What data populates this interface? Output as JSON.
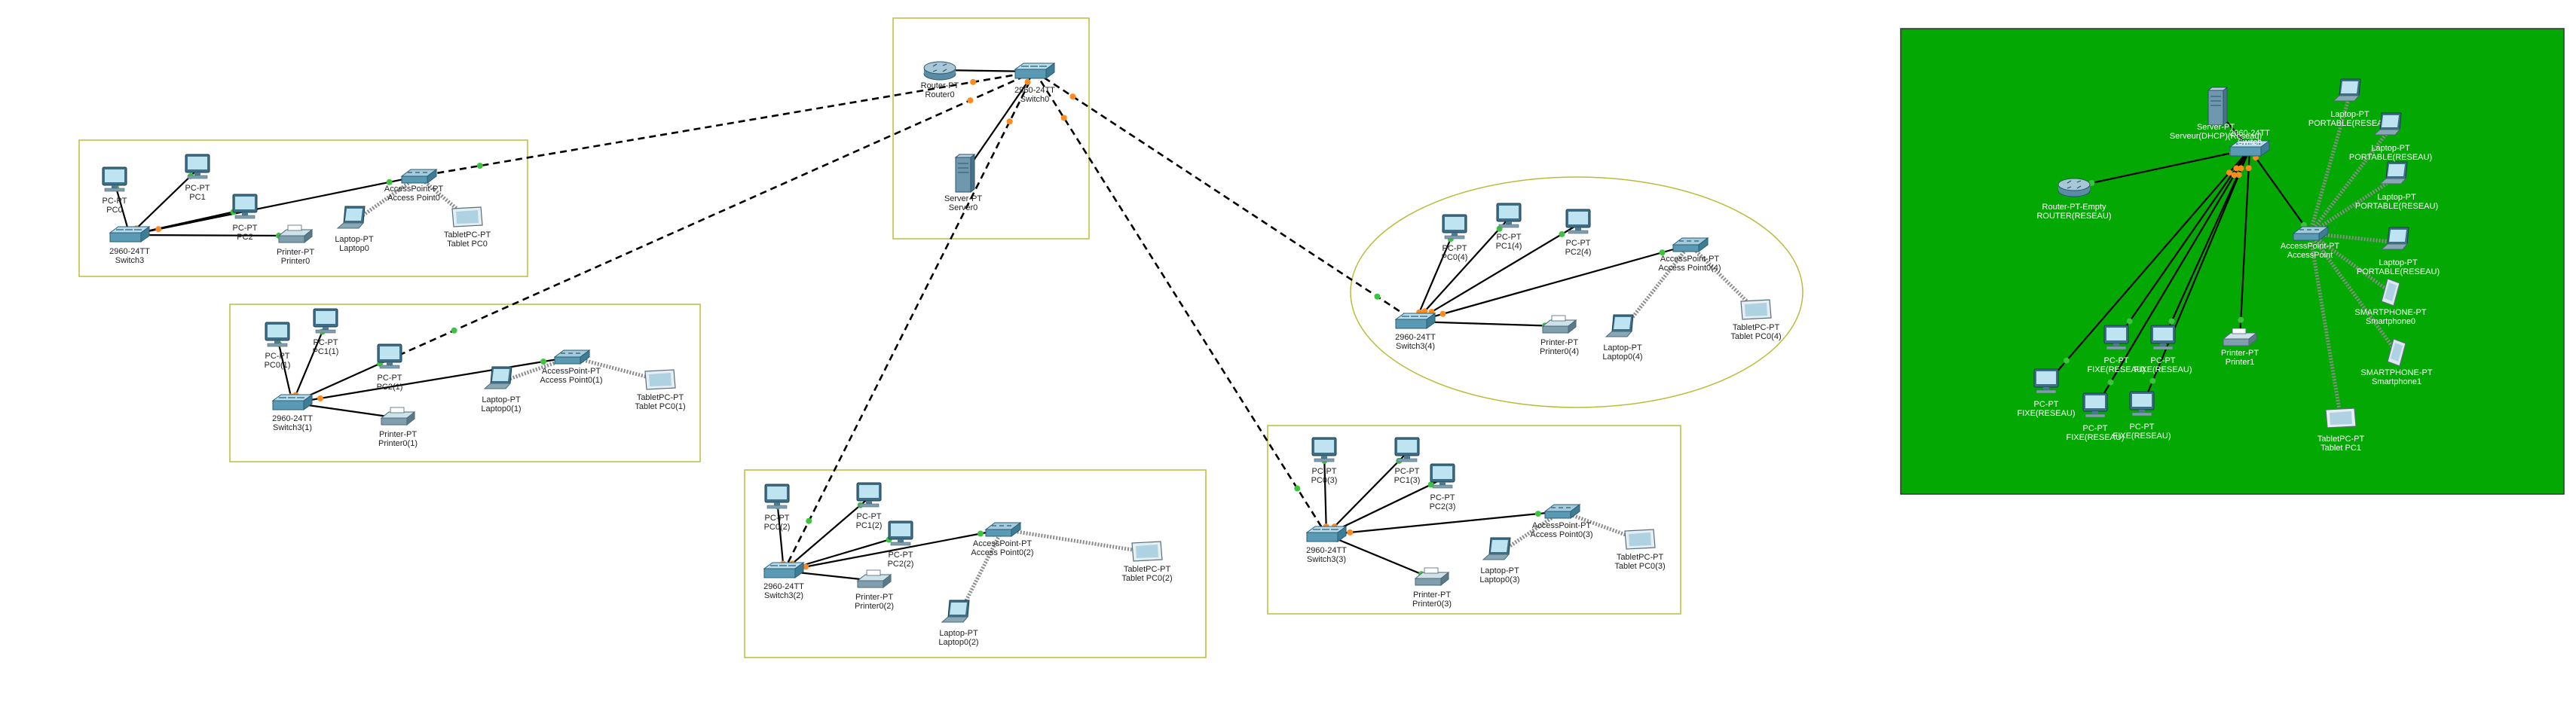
{
  "colors": {
    "zone_border": "#b9bd3a",
    "green_zone": "#03a803",
    "link": "#000000",
    "port_up": "#3cc43c",
    "port_blocking": "#ff8a1e",
    "wireless": "#8c8c8c"
  },
  "core": {
    "router": [
      "Router-PT",
      "Router0"
    ],
    "switch": [
      "2960-24TT",
      "Switch0"
    ],
    "server": [
      "Server-PT",
      "Server0"
    ]
  },
  "zone1": {
    "pc0": [
      "PC-PT",
      "PC0"
    ],
    "pc1": [
      "PC-PT",
      "PC1"
    ],
    "pc2": [
      "PC-PT",
      "PC2"
    ],
    "switch": [
      "2960-24TT",
      "Switch3"
    ],
    "ap": [
      "AccessPoint-PT",
      "Access Point0"
    ],
    "printer": [
      "Printer-PT",
      "Printer0"
    ],
    "laptop": [
      "Laptop-PT",
      "Laptop0"
    ],
    "tablet": [
      "TabletPC-PT",
      "Tablet PC0"
    ]
  },
  "zone2": {
    "pc0": [
      "PC-PT",
      "PC0(1)"
    ],
    "pc1": [
      "PC-PT",
      "PC1(1)"
    ],
    "pc2": [
      "PC-PT",
      "PC2(1)"
    ],
    "switch": [
      "2960-24TT",
      "Switch3(1)"
    ],
    "ap": [
      "AccessPoint-PT",
      "Access Point0(1)"
    ],
    "printer": [
      "Printer-PT",
      "Printer0(1)"
    ],
    "laptop": [
      "Laptop-PT",
      "Laptop0(1)"
    ],
    "tablet": [
      "TabletPC-PT",
      "Tablet PC0(1)"
    ]
  },
  "zone3": {
    "pc0": [
      "PC-PT",
      "PC0(2)"
    ],
    "pc1": [
      "PC-PT",
      "PC1(2)"
    ],
    "pc2": [
      "PC-PT",
      "PC2(2)"
    ],
    "switch": [
      "2960-24TT",
      "Switch3(2)"
    ],
    "ap": [
      "AccessPoint-PT",
      "Access Point0(2)"
    ],
    "printer": [
      "Printer-PT",
      "Printer0(2)"
    ],
    "laptop": [
      "Laptop-PT",
      "Laptop0(2)"
    ],
    "tablet": [
      "TabletPC-PT",
      "Tablet PC0(2)"
    ]
  },
  "zone4": {
    "pc0": [
      "PC-PT",
      "PC0(3)"
    ],
    "pc1": [
      "PC-PT",
      "PC1(3)"
    ],
    "pc2": [
      "PC-PT",
      "PC2(3)"
    ],
    "switch": [
      "2960-24TT",
      "Switch3(3)"
    ],
    "ap": [
      "AccessPoint-PT",
      "Access Point0(3)"
    ],
    "printer": [
      "Printer-PT",
      "Printer0(3)"
    ],
    "laptop": [
      "Laptop-PT",
      "Laptop0(3)"
    ],
    "tablet": [
      "TabletPC-PT",
      "Tablet PC0(3)"
    ]
  },
  "zone5": {
    "pc0": [
      "PC-PT",
      "PC0(4)"
    ],
    "pc1": [
      "PC-PT",
      "PC1(4)"
    ],
    "pc2": [
      "PC-PT",
      "PC2(4)"
    ],
    "switch": [
      "2960-24TT",
      "Switch3(4)"
    ],
    "ap": [
      "AccessPoint-PT",
      "Access Point0(4)"
    ],
    "printer": [
      "Printer-PT",
      "Printer0(4)"
    ],
    "laptop": [
      "Laptop-PT",
      "Laptop0(4)"
    ],
    "tablet": [
      "TabletPC-PT",
      "Tablet PC0(4)"
    ]
  },
  "green": {
    "router": [
      "Router-PT-Empty",
      "ROUTER(RESEAU)"
    ],
    "server": [
      "Server-PT",
      "Serveur(DHCP)(Reseau)"
    ],
    "switch": [
      "2960-24TT",
      "Switch"
    ],
    "ap": [
      "AccessPoint-PT",
      "AccessPoint"
    ],
    "laptop1": [
      "Laptop-PT",
      "PORTABLE(RESEAU)"
    ],
    "laptop2": [
      "Laptop-PT",
      "PORTABLE(RESEAU)"
    ],
    "laptop3": [
      "Laptop-PT",
      "PORTABLE(RESEAU)"
    ],
    "laptop4": [
      "Laptop-PT",
      "PORTABLE(RESEAU)"
    ],
    "phone1": [
      "SMARTPHONE-PT",
      "Smartphone0"
    ],
    "phone2": [
      "SMARTPHONE-PT",
      "Smartphone1"
    ],
    "tablet": [
      "TabletPC-PT",
      "Tablet PC1"
    ],
    "printer": [
      "Printer-PT",
      "Printer1"
    ],
    "fixe1": [
      "PC-PT",
      "FIXE(RESEAU)"
    ],
    "fixe2": [
      "PC-PT",
      "FIXE(RESEAU)"
    ],
    "fixe3": [
      "PC-PT",
      "FIXE(RESEAU)"
    ],
    "fixe4": [
      "PC-PT",
      "FIXE(RESEAU)"
    ],
    "fixe5": [
      "PC-PT",
      "FIXE(RESEAU)"
    ]
  }
}
